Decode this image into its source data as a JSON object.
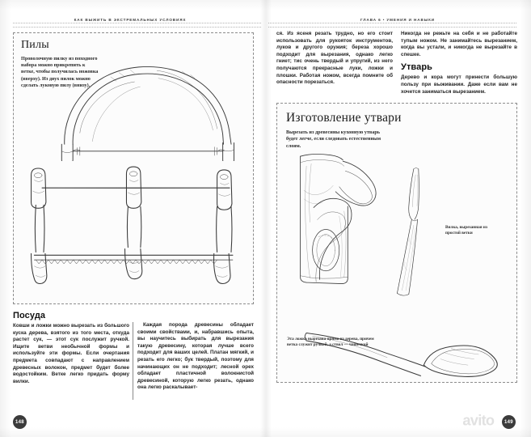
{
  "document": {
    "type": "book-spread-scan",
    "watermark": "avito"
  },
  "left_page": {
    "running_head": "КАК ВЫЖИТЬ В ЭКСТРЕМАЛЬНЫХ УСЛОВИЯХ",
    "page_number": "148",
    "feature_box": {
      "title": "Пилы",
      "text": "Проволочную пилку из походного набора можно прикрепить к ветке, чтобы получилась ножовка (вверху). Из двух пилок можно сделать луковую пилу (внизу).",
      "illustration_top_name": "bow-saw-illustration",
      "illustration_bottom_name": "frame-saw-illustration"
    },
    "columns": [
      {
        "title": "Посуда",
        "text": "Ковши и ложки можно вырезать из большого куска дерева, взятого из того места, откуда растет сук, — этот сук послужит ручкой. Ищите ветви необычной формы и используйте эти формы. Если очертания предмета совпадают с направлением древесных волокон, предмет будет более водостойким. Ветке легко придать форму вилки."
      },
      {
        "title": "",
        "text": "Каждая порода древесины обладает своими свойствами, и, набравшись опыта, вы научитесь выбирать для вырезания такую древесину, которая лучше всего подходит для ваших целей. Платан мягкий, и резать его легко; бук твердый, поэтому для начинающих он не подходит; лесной орех обладает пластичной волокнистой древесиной, которую легко резать, однако она легко раскалывает-"
      }
    ]
  },
  "right_page": {
    "running_head": "ГЛАВА 6 • УМЕНИЯ И НАВЫКИ",
    "page_number": "149",
    "columns": [
      {
        "text": "ся. Из ясеня резать трудно, но его стоит использовать для рукояток инструментов, луков и другого оружия; береза хорошо подходит для вырезания, однако легко гниет; тис очень твердый и упругий, из него получаются прекрасные луки, ложки и плошки. Работая ножом, всегда помните об опасности порезаться."
      },
      {
        "text": "Никогда не режьте на себя и не работайте тупым ножом. Не занимайтесь вырезанием, когда вы устали, и никогда не вырезайте в спешке.",
        "title": "Утварь",
        "text2": "Дерево и кора могут принести большую пользу при выживании. Даже если вам не хочется заниматься вырезанием."
      }
    ],
    "feature_box": {
      "title": "Изготовление утвари",
      "text": "Вырезать из древесины кухонную утварь будет легче, если следовать естественным слоям.",
      "caption_fork": "Вилка, вырезанная из простой ветки",
      "caption_spoon": "Эта ложка вырезана прямо из дерева, причем ветка служит ручкой, а ствол — чашечкой",
      "illustration_branch_name": "carved-branch-illustration",
      "illustration_fork_name": "carved-fork-illustration",
      "illustration_spoon_name": "carved-spoon-illustration"
    }
  }
}
